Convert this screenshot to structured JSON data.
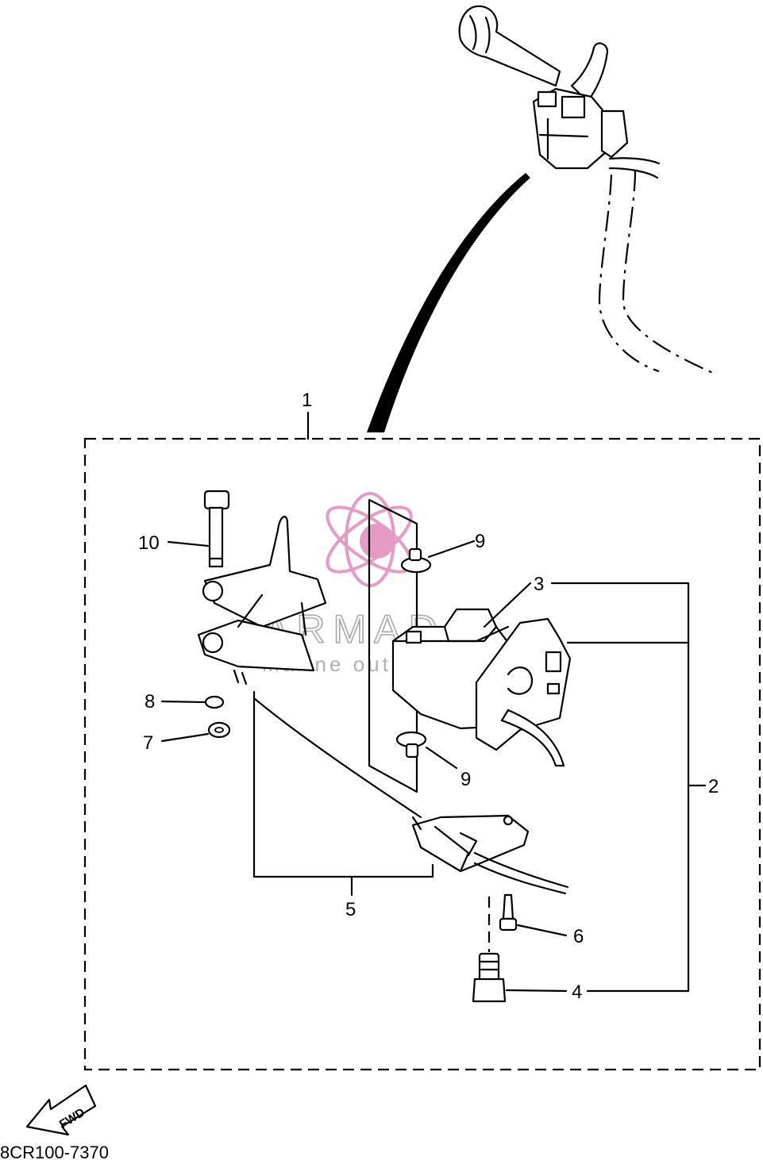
{
  "callouts": {
    "c1": "1",
    "c2": "2",
    "c3": "3",
    "c4": "4",
    "c5": "5",
    "c6": "6",
    "c7": "7",
    "c8": "8",
    "c9a": "9",
    "c9b": "9",
    "c10": "10"
  },
  "direction_arrow": {
    "label": "FWD"
  },
  "diagram_code": "8CR100-7370",
  "watermark": {
    "brand": "ARMADA",
    "tagline": "marine outboards",
    "logo_color": "#e59bc3",
    "text_color": "#a8a8a8"
  }
}
